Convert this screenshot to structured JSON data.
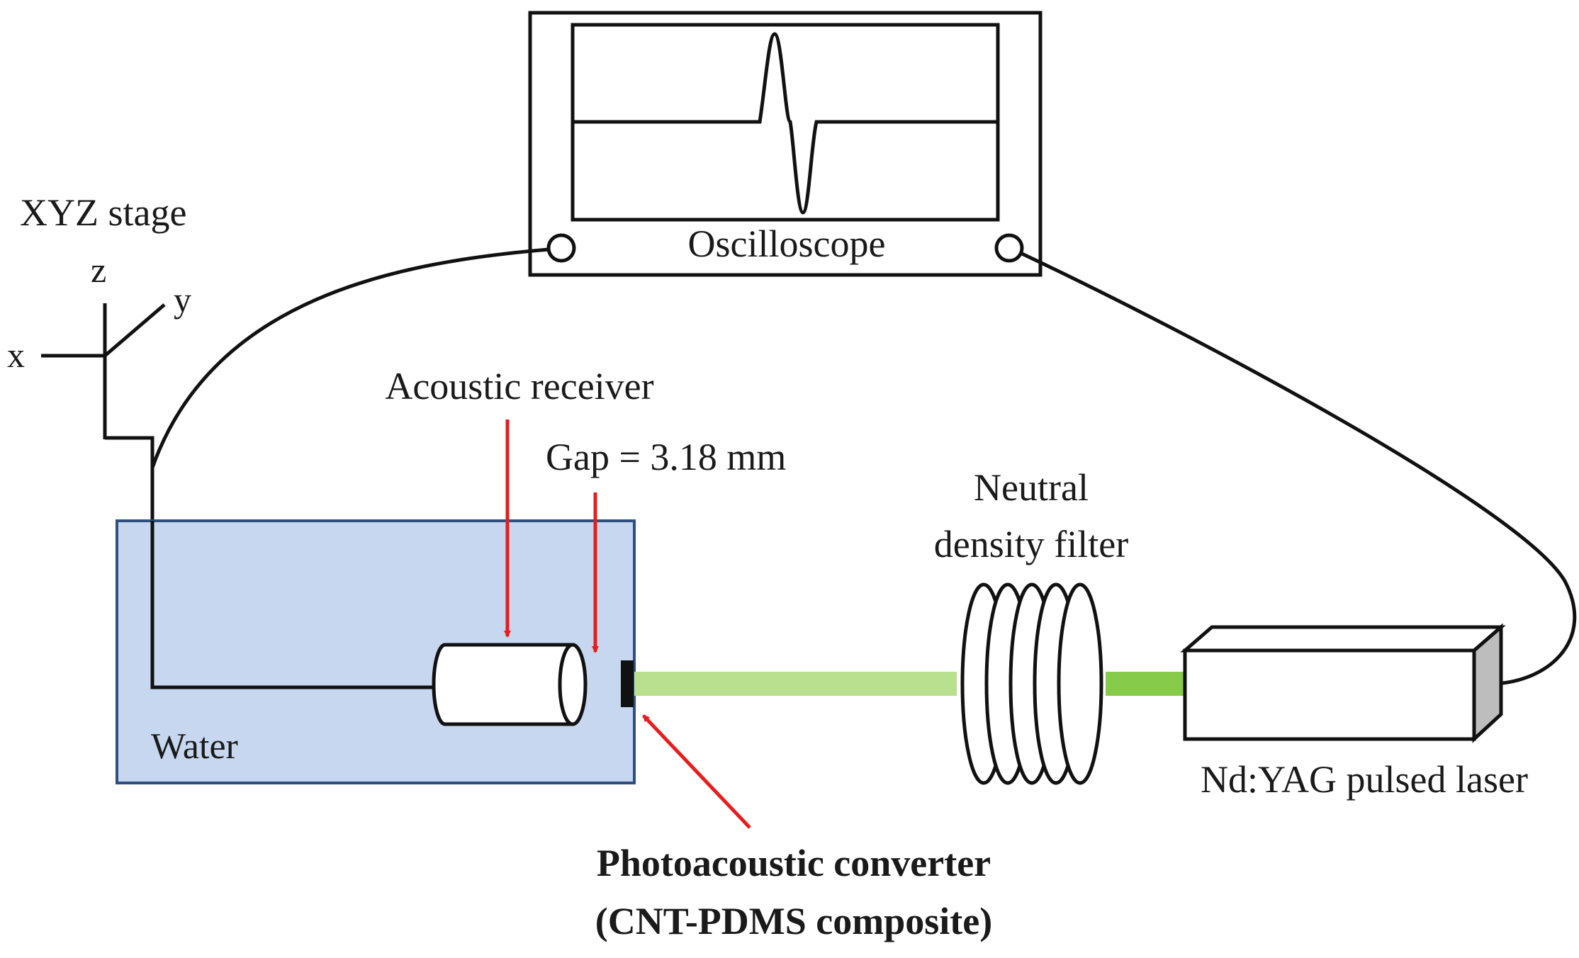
{
  "labels": {
    "xyz_stage": "XYZ stage",
    "axis_x": "x",
    "axis_y": "y",
    "axis_z": "z",
    "oscilloscope": "Oscilloscope",
    "acoustic_receiver": "Acoustic receiver",
    "gap": "Gap = 3.18 mm",
    "neutral_line1": "Neutral",
    "neutral_line2": "density filter",
    "water": "Water",
    "laser": "Nd:YAG pulsed laser",
    "converter_line1": "Photoacoustic converter",
    "converter_line2": "(CNT-PDMS composite)"
  },
  "colors": {
    "water_fill": "#c6d7ef",
    "water_border": "#2f4f7f",
    "arrow_red": "#e81c1c",
    "beam_light": "#b9e08e",
    "beam_dark": "#86cc4a",
    "laser_end_face": "#bdbdbd",
    "line": "#111111"
  }
}
